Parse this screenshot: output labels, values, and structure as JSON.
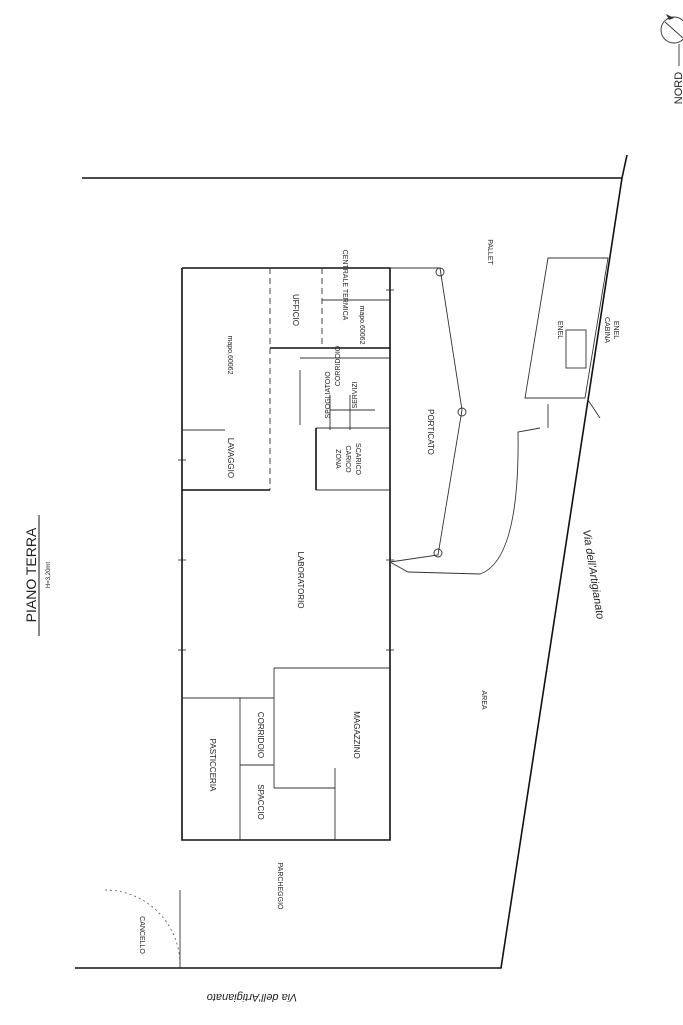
{
  "title": "PIANO TERRA",
  "subtitle": "H=3,20mt",
  "north_label": "NORD",
  "streets": {
    "right": "Via dell'Artigianato",
    "bottom": "Via dell'Artigianato"
  },
  "rooms": {
    "ufficio": "UFFICIO",
    "spogliatoi": "SPOGLIATOIO",
    "centrale_termica": "CENTRALE TERMICA",
    "mapo1": "mapo.60062",
    "mapo2": "mapo.60062",
    "corridoio_top": "CORRIDOIO",
    "servizi": "SERVIZI",
    "zona_line1": "ZONA",
    "zona_line2": "CARICO",
    "zona_line3": "SCARICO",
    "lavaggio": "LAVAGGIO",
    "porticato": "PORTICATO",
    "laboratorio": "LABORATORIO",
    "magazzino": "MAGAZZINO",
    "corridoio_bottom": "CORRIDOIO",
    "pasticceria": "PASTICCERIA",
    "spaccio": "SPACCIO"
  },
  "outdoor": {
    "pallet_top": "PALLET",
    "enel": "ENEL",
    "cabina_line1": "CABINA",
    "cabina_line2": "ENEL",
    "area": "AREA",
    "parcheggio": "PARCHEGGIO",
    "cancello": "CANCELLO"
  }
}
